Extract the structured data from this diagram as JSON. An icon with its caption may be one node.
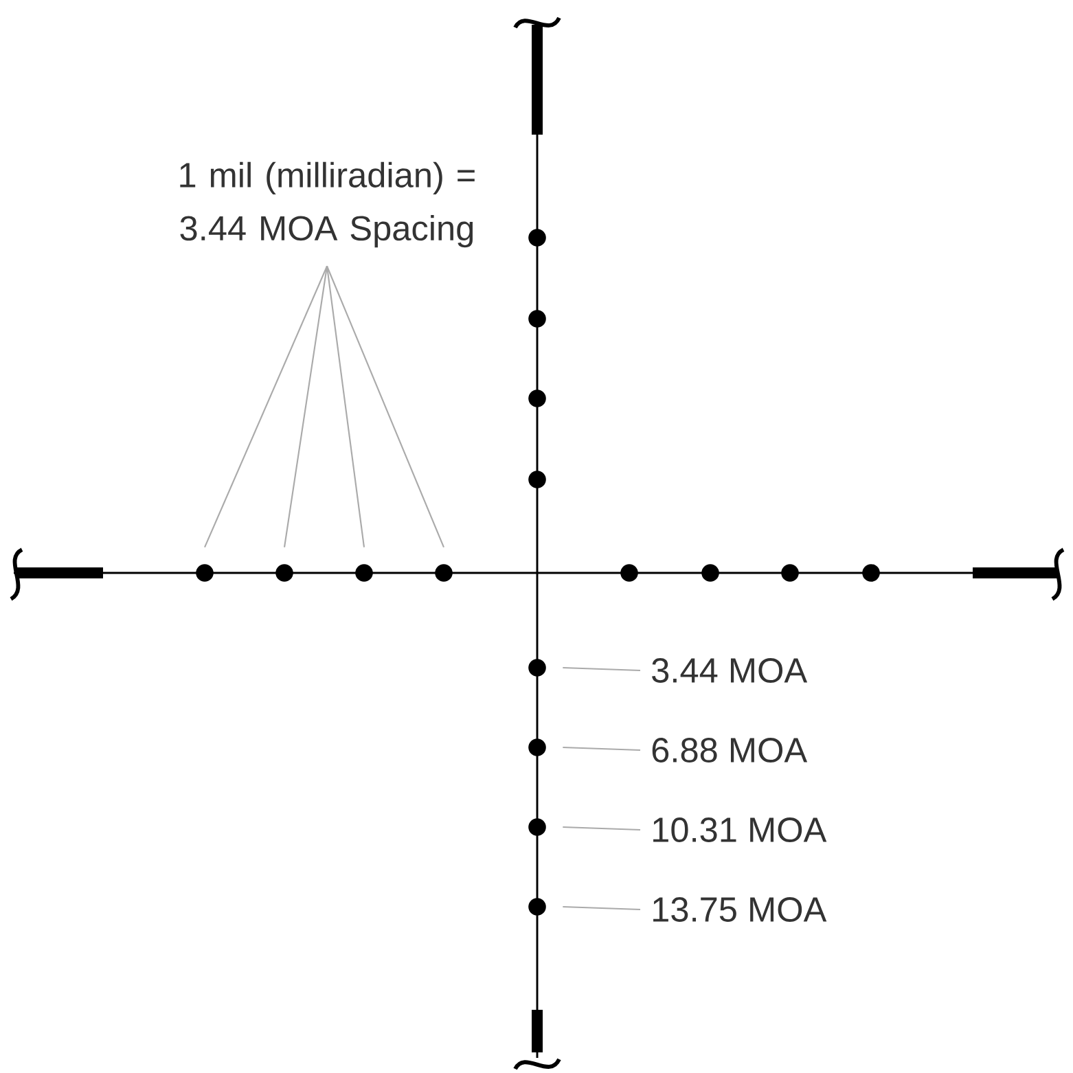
{
  "diagram": {
    "nodes": [
      {
        "text": [
          "1 mil (milliradian) = 3.44 MOA Spacing"
        ]
      },
      {
        "text": [],
        "shape": "circle"
      },
      {
        "text": [],
        "shape": "circle"
      },
      {
        "text": [],
        "shape": "circle"
      },
      {
        "text": [],
        "shape": "circle"
      },
      {
        "text": [],
        "shape": "circle"
      },
      {
        "text": [],
        "shape": "circle"
      },
      {
        "text": [],
        "shape": "circle"
      },
      {
        "text": [],
        "shape": "circle"
      },
      {
        "text": [],
        "shape": "circle"
      },
      {
        "text": [],
        "shape": "circle"
      },
      {
        "text": [],
        "shape": "circle"
      },
      {
        "text": [],
        "shape": "circle"
      },
      {
        "text": [],
        "shape": "circle"
      },
      {
        "text": [],
        "shape": "circle"
      },
      {
        "text": [],
        "shape": "circle"
      },
      {
        "text": [],
        "shape": "circle"
      },
      {
        "text": [
          "3.44 MOA"
        ]
      },
      {
        "text": [
          "6.88 MOA"
        ]
      },
      {
        "text": [
          "10.31 MOA"
        ]
      },
      {
        "text": [
          "13.75 MOA"
        ]
      }
    ],
    "edges": [
      {
        "from": 0,
        "to": 5,
        "arrow": "none"
      },
      {
        "from": 0,
        "to": 6,
        "arrow": "none"
      },
      {
        "from": 0,
        "to": 7,
        "arrow": "none"
      },
      {
        "from": 0,
        "to": 8,
        "arrow": "none"
      },
      {
        "from": 17,
        "to": 13,
        "arrow": "none"
      },
      {
        "from": 18,
        "to": 14,
        "arrow": "none"
      },
      {
        "from": 19,
        "to": 15,
        "arrow": "none"
      },
      {
        "from": 20,
        "to": 16,
        "arrow": "none"
      }
    ]
  }
}
